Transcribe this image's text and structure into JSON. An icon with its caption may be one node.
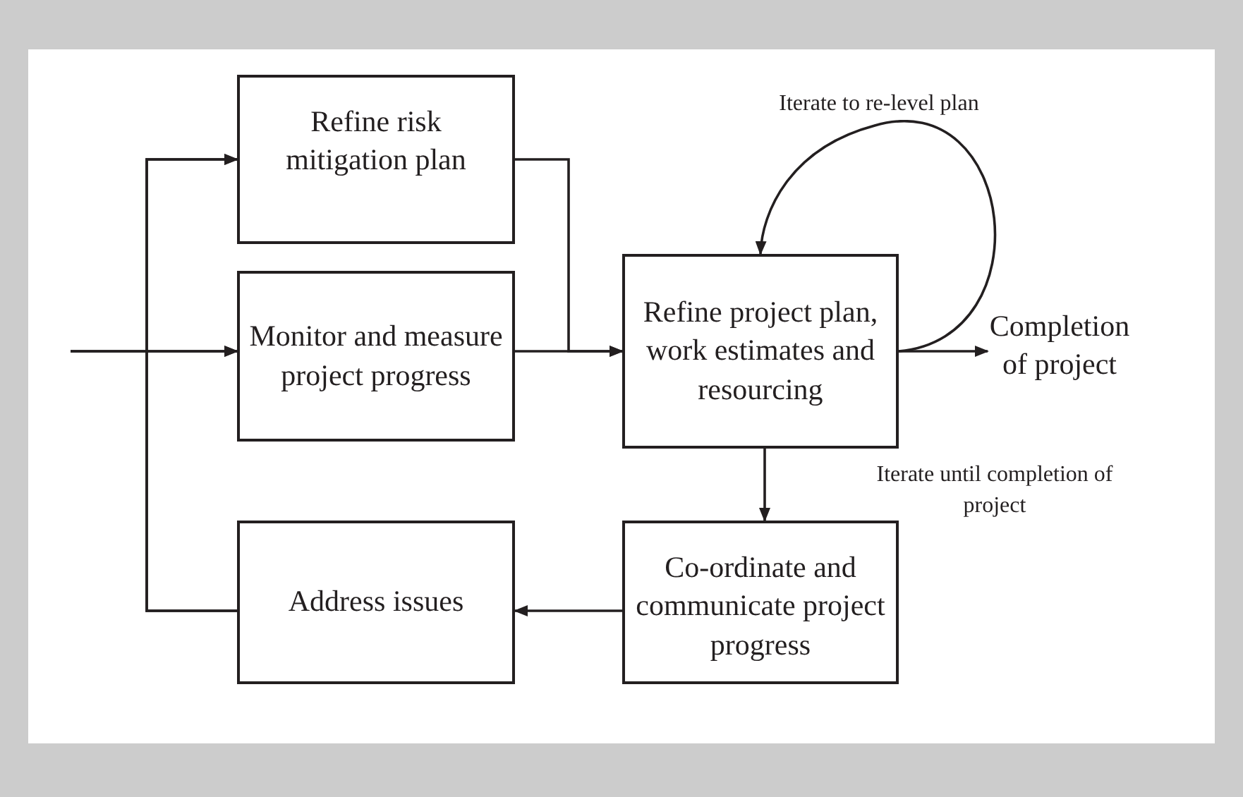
{
  "diagram": {
    "nodes": [
      {
        "text": [
          "Refine risk mitigation plan"
        ]
      },
      {
        "text": [
          "Monitor and measure project progress"
        ]
      },
      {
        "text": [
          "Refine project plan, work estimates and resourcing"
        ]
      },
      {
        "text": [
          "Completion of project"
        ]
      },
      {
        "text": [
          "Co-ordinate and communicate project progress"
        ]
      },
      {
        "text": [
          "Address issues"
        ]
      }
    ],
    "edges": [
      {
        "from": null,
        "to": 0,
        "arrow": "to"
      },
      {
        "from": null,
        "to": 1,
        "arrow": "to"
      },
      {
        "from": 5,
        "to": 0,
        "arrow": "to"
      },
      {
        "from": 5,
        "to": 1,
        "arrow": "to"
      },
      {
        "from": 0,
        "to": 2,
        "arrow": "to"
      },
      {
        "from": 1,
        "to": 2,
        "arrow": "to"
      },
      {
        "from": 2,
        "to": 2,
        "arrow": "to",
        "label": "Iterate to re-level plan"
      },
      {
        "from": 2,
        "to": 3,
        "arrow": "to"
      },
      {
        "from": 2,
        "to": 4,
        "arrow": "to",
        "label": "Iterate until completion of project"
      },
      {
        "from": 4,
        "to": 5,
        "arrow": "to"
      }
    ]
  }
}
